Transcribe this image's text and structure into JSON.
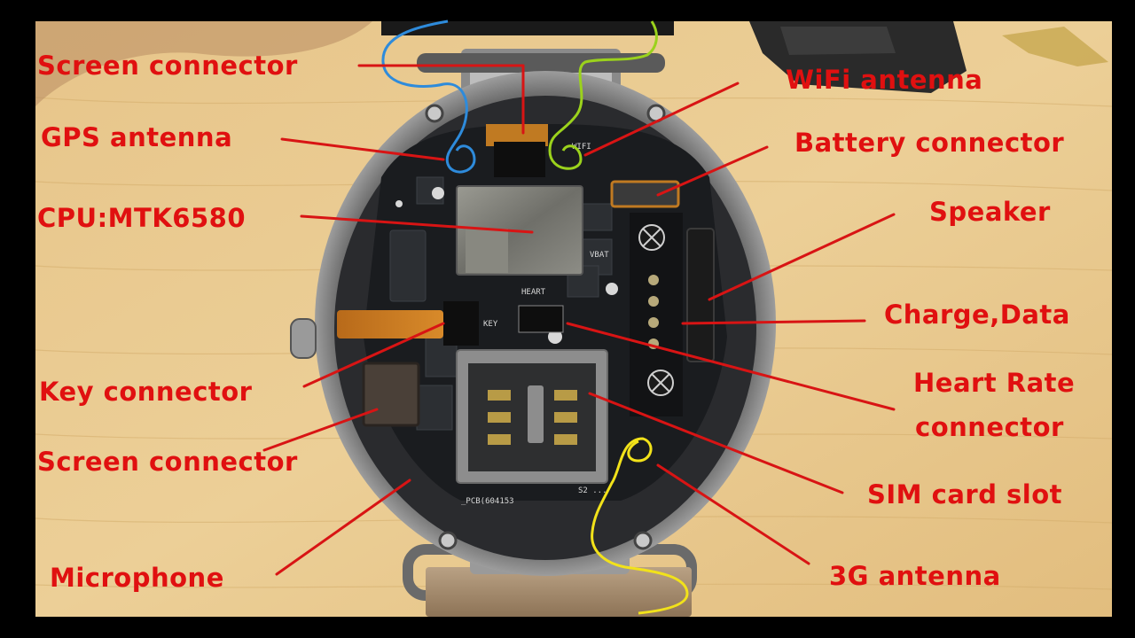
{
  "colors": {
    "label_text": "#e01010",
    "pointer_line": "#d81414",
    "board": "#1a1c1f",
    "wood": "#e9c98d",
    "wire_blue": "#2e8bdb",
    "wire_green": "#9bd21c",
    "wire_yellow": "#f2e21a"
  },
  "labels": {
    "screen_connector_top": "Screen connector",
    "gps_antenna": "GPS antenna",
    "cpu": "CPU:MTK6580",
    "key_connector": "Key connector",
    "screen_connector_bottom": "Screen connector",
    "microphone": "Microphone",
    "wifi_antenna": "WiFi antenna",
    "battery_connector": "Battery connector",
    "speaker": "Speaker",
    "charge_data": "Charge,Data",
    "heart_rate_line1": "Heart Rate",
    "heart_rate_line2": "connector",
    "sim_card_slot": "SIM card slot",
    "antenna_3g": "3G antenna"
  },
  "board_markings": {
    "heart": "HEART",
    "key": "KEY",
    "pcb": "_PCB(604153",
    "model": "S2 ...",
    "wifi": "WIFI",
    "vbat": "VBAT"
  }
}
